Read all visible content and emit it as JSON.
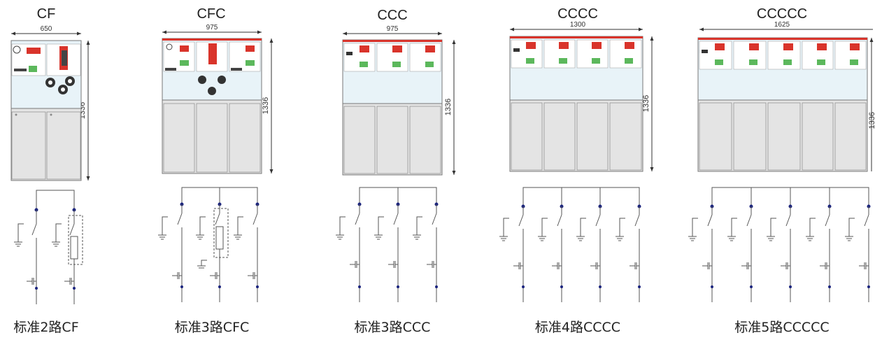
{
  "panels": [
    {
      "title": "CF",
      "caption": "标准2路CF",
      "width_label": "650",
      "height_label": "1336",
      "units": [
        "C",
        "F"
      ]
    },
    {
      "title": "CFC",
      "caption": "标准3路CFC",
      "width_label": "975",
      "height_label": "1336",
      "units": [
        "C",
        "F",
        "C"
      ]
    },
    {
      "title": "CCC",
      "caption": "标准3路CCC",
      "width_label": "975",
      "height_label": "1336",
      "units": [
        "C",
        "C",
        "C"
      ]
    },
    {
      "title": "CCCC",
      "caption": "标准4路CCCC",
      "width_label": "1300",
      "height_label": "1336",
      "units": [
        "C",
        "C",
        "C",
        "C"
      ]
    },
    {
      "title": "CCCCC",
      "caption": "标准5路CCCCC",
      "width_label": "1625",
      "height_label": "1336",
      "units": [
        "C",
        "C",
        "C",
        "C",
        "C"
      ]
    }
  ],
  "colors": {
    "cabinet_upper": "#e8f3f8",
    "cabinet_lower": "#e4e4e4",
    "cabinet_outline": "#777777",
    "top_strip": "#d9342b",
    "handle": "#333333",
    "wire": "#555555",
    "node": "#1a237e",
    "green_module": "#5cb85c"
  }
}
